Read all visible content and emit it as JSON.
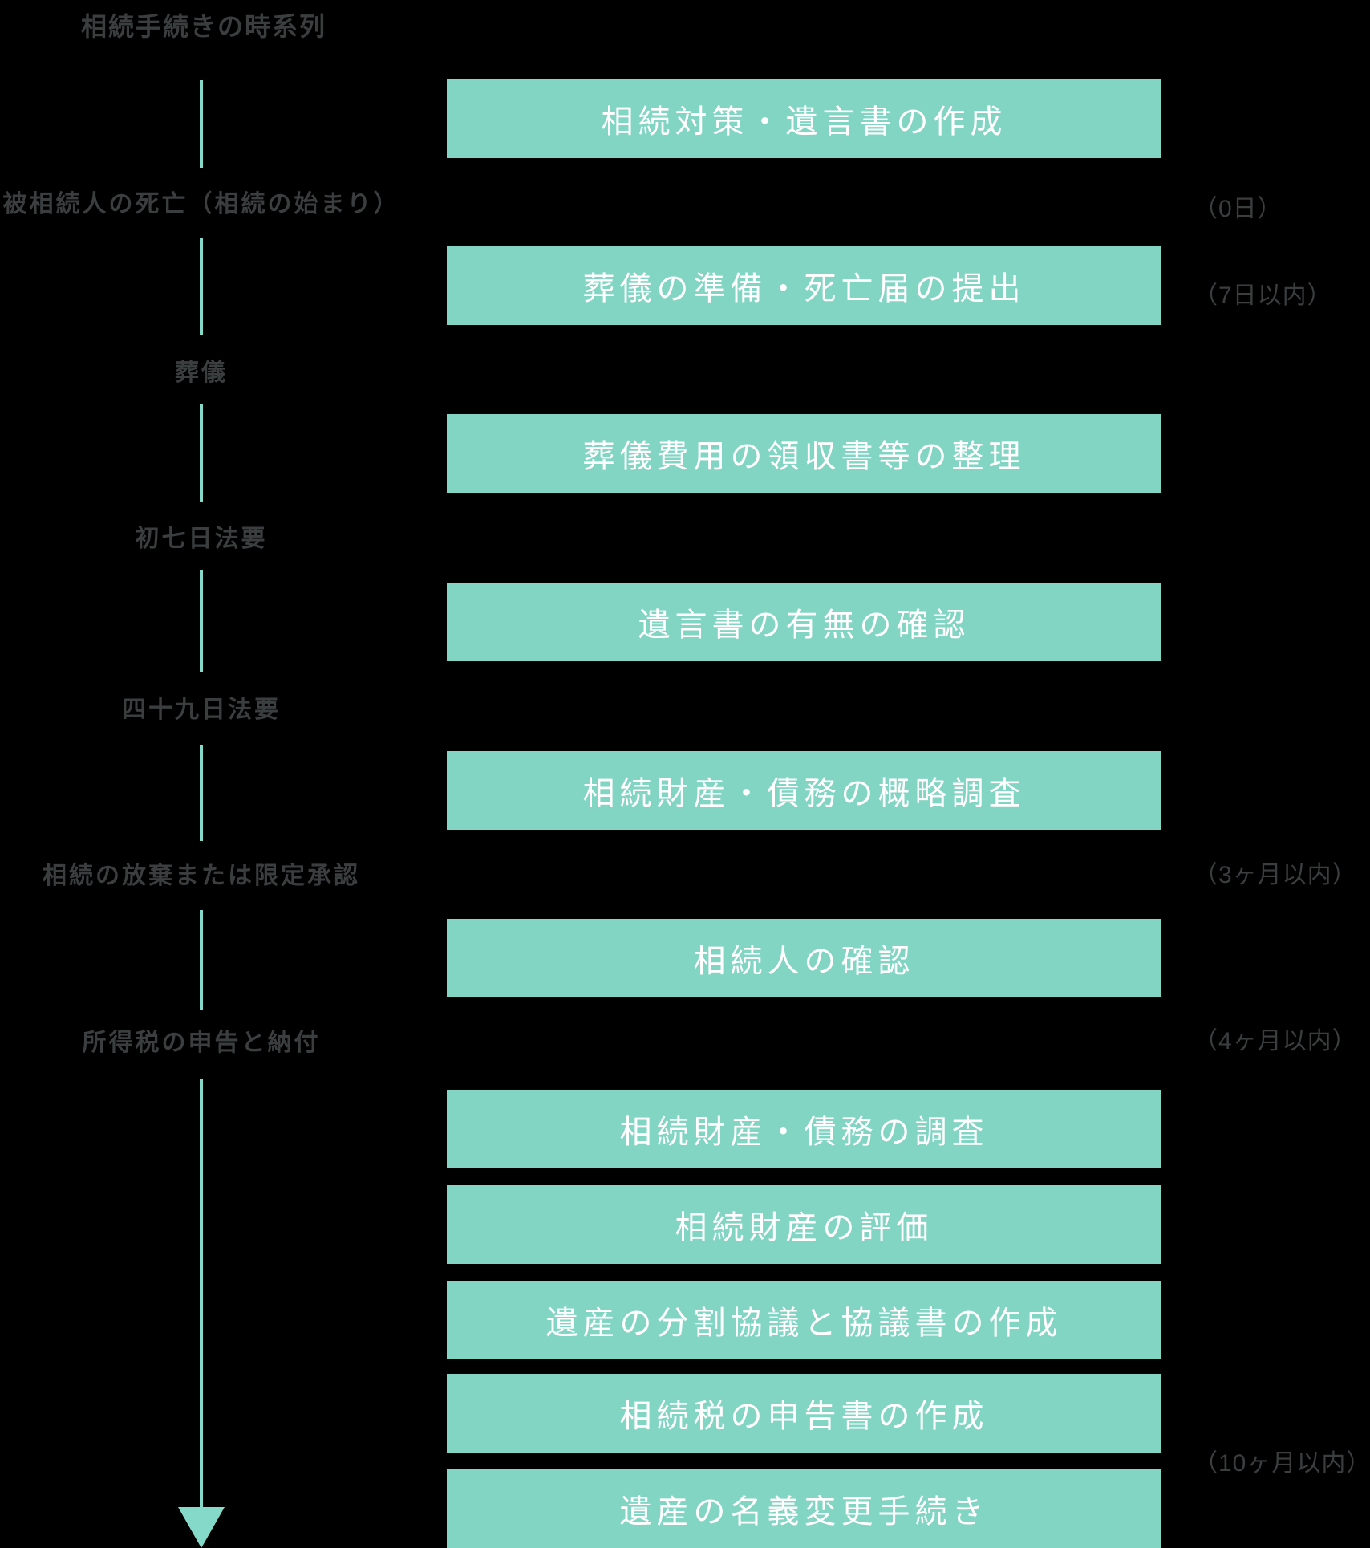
{
  "title": "相続手続きの時系列",
  "colors": {
    "bg": "#000000",
    "accent": "#82d4c3",
    "line": "#85d9c8",
    "label_text": "#3a3e3f",
    "box_text": "#ffffff"
  },
  "events": [
    {
      "label": "被相続人の死亡（相続の始まり）"
    },
    {
      "label": "葬儀"
    },
    {
      "label": "初七日法要"
    },
    {
      "label": "四十九日法要"
    },
    {
      "label": "相続の放棄または限定承認"
    },
    {
      "label": "所得税の申告と納付"
    }
  ],
  "boxes": [
    {
      "label": "相続対策・遺言書の作成"
    },
    {
      "label": "葬儀の準備・死亡届の提出"
    },
    {
      "label": "葬儀費用の領収書等の整理"
    },
    {
      "label": "遺言書の有無の確認"
    },
    {
      "label": "相続財産・債務の概略調査"
    },
    {
      "label": "相続人の確認"
    },
    {
      "label": "相続財産・債務の調査"
    },
    {
      "label": "相続財産の評価"
    },
    {
      "label": "遺産の分割協議と協議書の作成"
    },
    {
      "label": "相続税の申告書の作成"
    },
    {
      "label": "遺産の名義変更手続き"
    }
  ],
  "durations": [
    {
      "label": "（0日）"
    },
    {
      "label": "（7日以内）"
    },
    {
      "label": "（3ヶ月以内）"
    },
    {
      "label": "（4ヶ月以内）"
    },
    {
      "label": "（10ヶ月以内）"
    }
  ]
}
